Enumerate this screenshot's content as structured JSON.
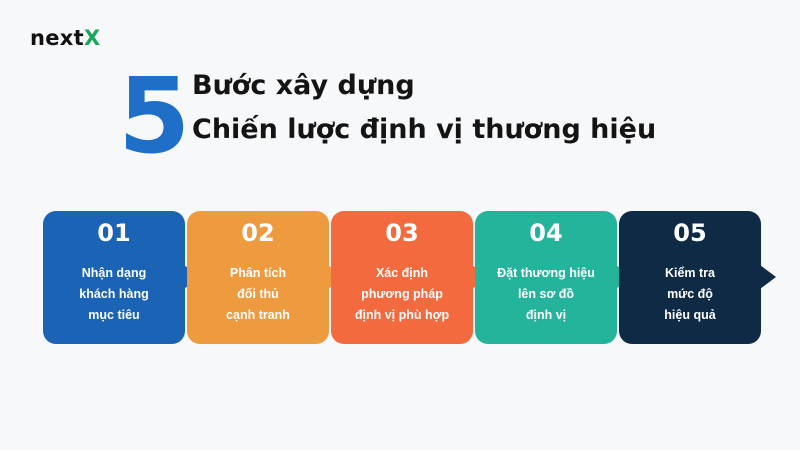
{
  "brand": {
    "name_prefix": "next",
    "name_suffix": "X"
  },
  "header": {
    "number": "5",
    "line1": "Bước xây dựng",
    "line2": "Chiến lược định vị thương hiệu"
  },
  "steps": [
    {
      "num": "01",
      "lines": [
        "Nhận dạng",
        "khách hàng",
        "mục tiêu"
      ],
      "color": "#1a63b5"
    },
    {
      "num": "02",
      "lines": [
        "Phân tích",
        "đối thủ",
        "cạnh tranh"
      ],
      "color": "#ee9a3e"
    },
    {
      "num": "03",
      "lines": [
        "Xác định",
        "phương pháp",
        "định vị phù hợp"
      ],
      "color": "#f26a3d"
    },
    {
      "num": "04",
      "lines": [
        "Đặt thương hiệu",
        "lên sơ đồ",
        "định vị"
      ],
      "color": "#24b39b"
    },
    {
      "num": "05",
      "lines": [
        "Kiểm tra",
        "mức độ",
        "hiệu quả"
      ],
      "color": "#0e2a45"
    }
  ]
}
